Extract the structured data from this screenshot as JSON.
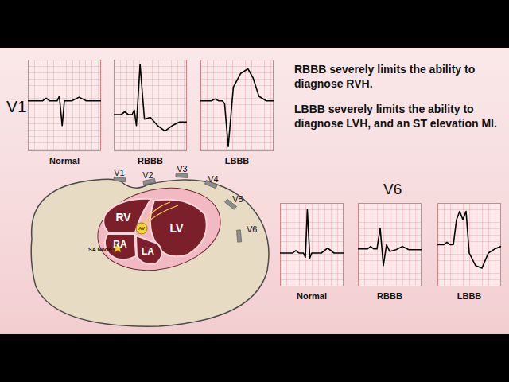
{
  "diagram": {
    "nodes": [
      {
        "text": [
          "Normal"
        ]
      },
      {
        "text": [
          "RBBB"
        ]
      },
      {
        "text": [
          "LBBB"
        ]
      },
      {
        "text": [
          "RV"
        ]
      },
      {
        "text": [
          "LV"
        ]
      },
      {
        "text": [
          "RA"
        ]
      },
      {
        "text": [
          "LA"
        ]
      },
      {
        "text": [
          "AV"
        ]
      },
      {
        "text": [
          "Normal"
        ]
      },
      {
        "text": [
          "RBBB"
        ]
      },
      {
        "text": [
          "LBBB"
        ]
      }
    ],
    "edges": [],
    "labels": [
      "V1",
      "RBBB severely limits the ability to diagnose RVH.",
      "LBBB severely limits the ability to diagnose LVH, and an ST elevation MI.",
      "V1",
      "V2",
      "V3",
      "V4",
      "V5",
      "V6",
      "SA Node",
      "V6"
    ]
  }
}
